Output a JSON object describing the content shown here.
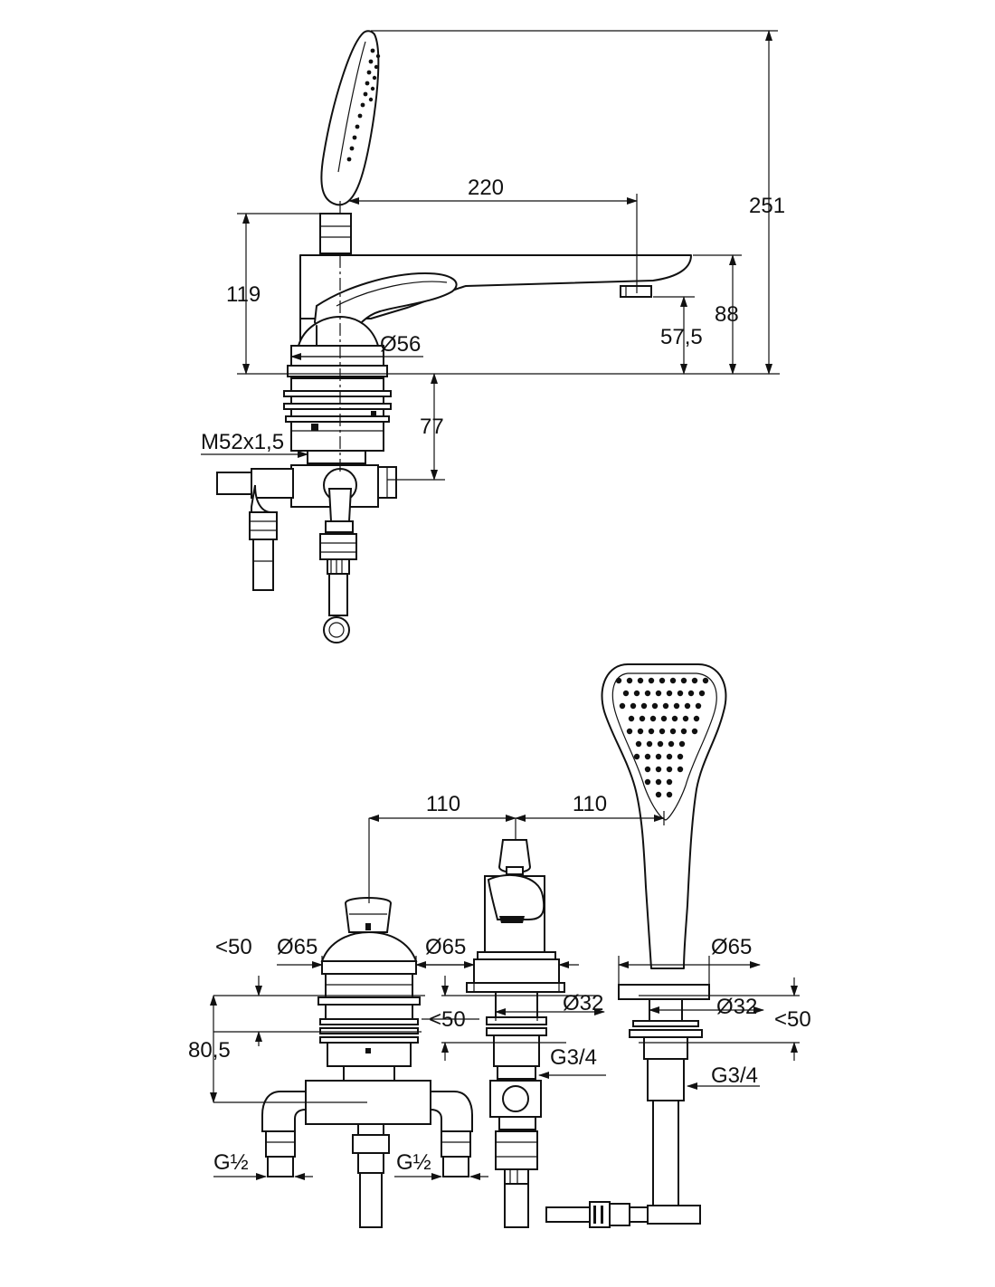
{
  "dimensions": {
    "top_view": {
      "handshower_reach": "220",
      "total_height": "251",
      "body_height": "119",
      "spout_height": "88",
      "spout_outlet_height": "57,5",
      "body_diameter": "Ø56",
      "underdeck_length": "77",
      "thread": "M52x1,5"
    },
    "bottom_view": {
      "spacing_left": "110",
      "spacing_right": "110",
      "deck_thickness_left": "<50",
      "diameter_mixer": "Ø65",
      "diameter_diverter": "Ø65",
      "diameter_handshower": "Ø65",
      "deck_thickness_middle": "<50",
      "deck_thickness_right": "<50",
      "hole_diameter_diverter": "Ø32",
      "hole_diameter_handshower": "Ø32",
      "mixer_body_height": "80,5",
      "thread_diverter": "G3/4",
      "thread_handshower": "G3/4",
      "inlet_left": "G½",
      "inlet_right": "G½"
    }
  }
}
